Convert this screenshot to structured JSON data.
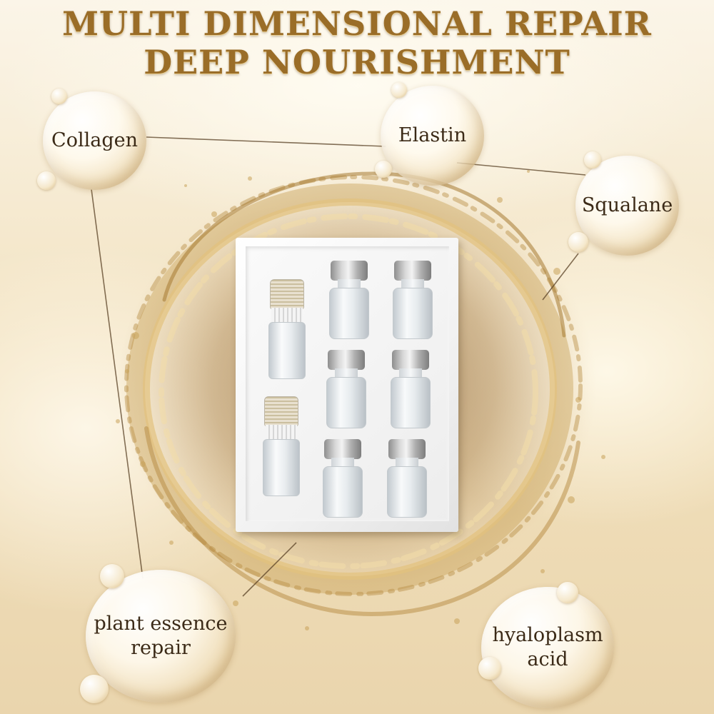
{
  "headline": {
    "line1": "MULTI DIMENSIONAL REPAIR",
    "line2": "DEEP NOURISHMENT"
  },
  "ingredients": [
    {
      "label": "Collagen"
    },
    {
      "label": "Elastin"
    },
    {
      "label": "Squalane"
    },
    {
      "label": "plant essence repair"
    },
    {
      "label": "hyaloplasm acid"
    }
  ],
  "colors": {
    "headline": "#9a6d28",
    "label": "#3b2a17",
    "gold_splash": "#c9a35a",
    "background": "#f3e6c9"
  },
  "product": {
    "vial_count": 6,
    "roller_bottle_count": 2
  }
}
